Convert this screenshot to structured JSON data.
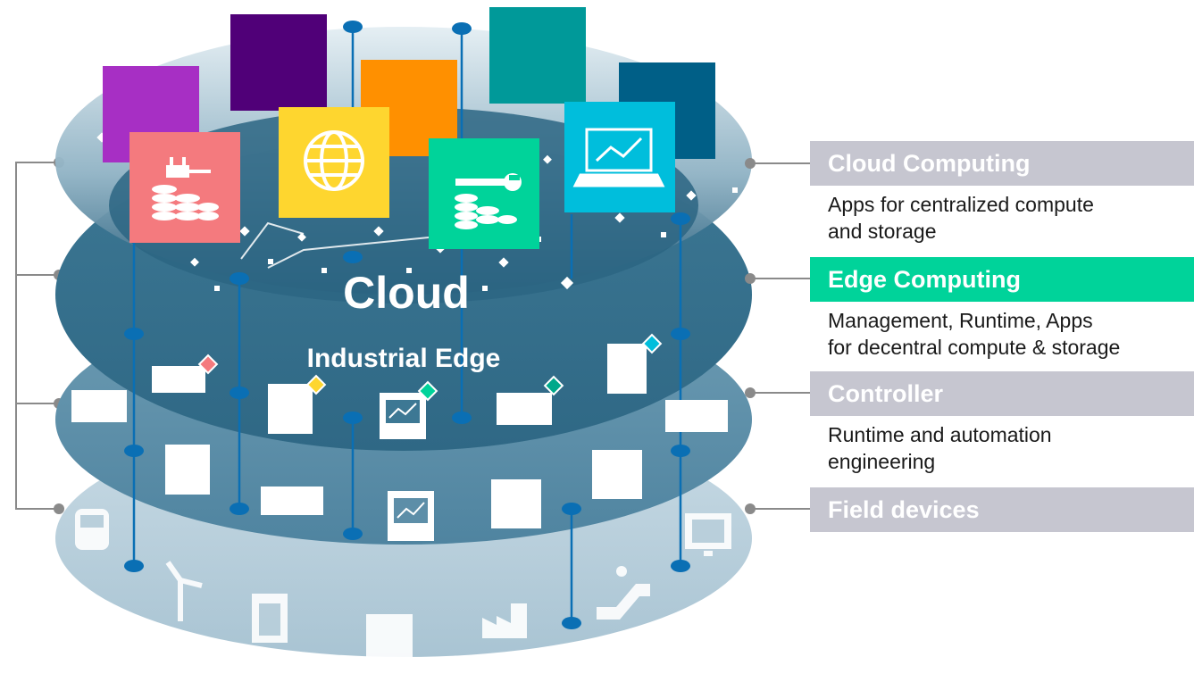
{
  "diagram": {
    "layers": [
      {
        "id": "cloud",
        "title": "Cloud Computing",
        "description_lines": [
          "Apps for centralized compute",
          "and storage"
        ],
        "bar_color": "#c6c6d0"
      },
      {
        "id": "edge",
        "title": "Edge Computing",
        "description_lines": [
          "Management, Runtime, Apps",
          "for decentral compute & storage"
        ],
        "bar_color": "#00d39a"
      },
      {
        "id": "controller",
        "title": "Controller",
        "description_lines": [
          "Runtime and automation",
          "engineering"
        ],
        "bar_color": "#c6c6d0"
      },
      {
        "id": "field",
        "title": "Field devices",
        "description_lines": [],
        "bar_color": "#c6c6d0"
      }
    ],
    "disc_labels": {
      "cloud": "Cloud",
      "edge": "Industrial Edge"
    },
    "app_tiles": [
      {
        "name": "plug-coins-app",
        "color": "#f47a7e",
        "icon": "plug-coins-icon"
      },
      {
        "name": "globe-app",
        "color": "#fed62f",
        "icon": "globe-icon"
      },
      {
        "name": "wrench-coins-app",
        "color": "#00d39a",
        "icon": "wrench-coins-icon"
      },
      {
        "name": "monitor-chart-app",
        "color": "#00bedc",
        "icon": "monitor-chart-icon"
      },
      {
        "name": "purple-app",
        "color": "#a72fc4",
        "icon": ""
      },
      {
        "name": "violet-app",
        "color": "#500078",
        "icon": ""
      },
      {
        "name": "orange-app",
        "color": "#ff9000",
        "icon": ""
      },
      {
        "name": "teal-app",
        "color": "#009999",
        "icon": ""
      },
      {
        "name": "petrol-app",
        "color": "#005f87",
        "icon": ""
      }
    ]
  }
}
